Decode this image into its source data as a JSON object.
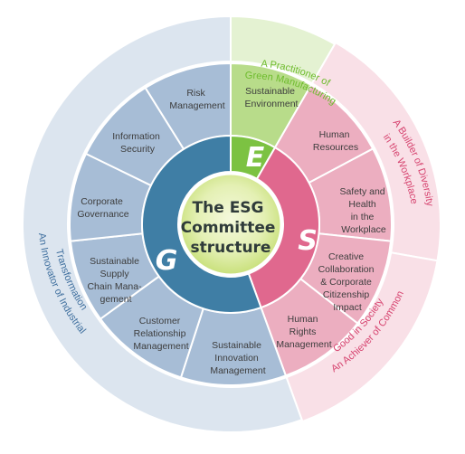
{
  "center": {
    "lines": [
      "The ESG",
      "Committee",
      "structure"
    ]
  },
  "pillars": {
    "E": "E",
    "S": "S",
    "G": "G"
  },
  "segments": {
    "sustainable_environment": [
      "Sustainable",
      "Environment"
    ],
    "human_resources": [
      "Human",
      "Resources"
    ],
    "safety_health": [
      "Safety and",
      "Health",
      "in the",
      "Workplace"
    ],
    "creative_collaboration": [
      "Creative",
      "Collaboration",
      "& Corporate",
      "Citizenship",
      "Impact"
    ],
    "human_rights": [
      "Human",
      "Rights",
      "Management"
    ],
    "sustainable_innovation": [
      "Sustainable",
      "Innovation",
      "Management"
    ],
    "customer_relationship": [
      "Customer",
      "Relationship",
      "Management"
    ],
    "sustainable_supply_chain": [
      "Sustainable",
      "Supply",
      "Chain Mana-",
      "gement"
    ],
    "corporate_governance": [
      "Corporate",
      "Governance"
    ],
    "information_security": [
      "Information",
      "Security"
    ],
    "risk_management": [
      "Risk",
      "Management"
    ]
  },
  "outer_labels": {
    "e_practitioner": [
      "A Practitioner of",
      "Green Manufacturing"
    ],
    "s_builder": [
      "A Builder of Diversity",
      "in the Workplace"
    ],
    "s_achiever": [
      "An Achiever of Common",
      "Good in Society"
    ],
    "g_innovator": [
      "An Innovator of Industrial",
      "Transformation"
    ]
  },
  "colors": {
    "e_light": "#b8dc8a",
    "e_dark": "#7cc242",
    "e_text": "#6dbb2c",
    "e_band": "#e4f2d2",
    "s_light": "#ecaec0",
    "s_dark": "#e0688e",
    "s_text": "#d6436f",
    "s_band": "#f9e0e7",
    "g_light": "#a7bdd6",
    "g_dark": "#3f7ea5",
    "g_text": "#3f6f9e",
    "g_band": "#dce5ef",
    "center_light": "#eef6cf",
    "center_dark": "#cfe58c"
  }
}
